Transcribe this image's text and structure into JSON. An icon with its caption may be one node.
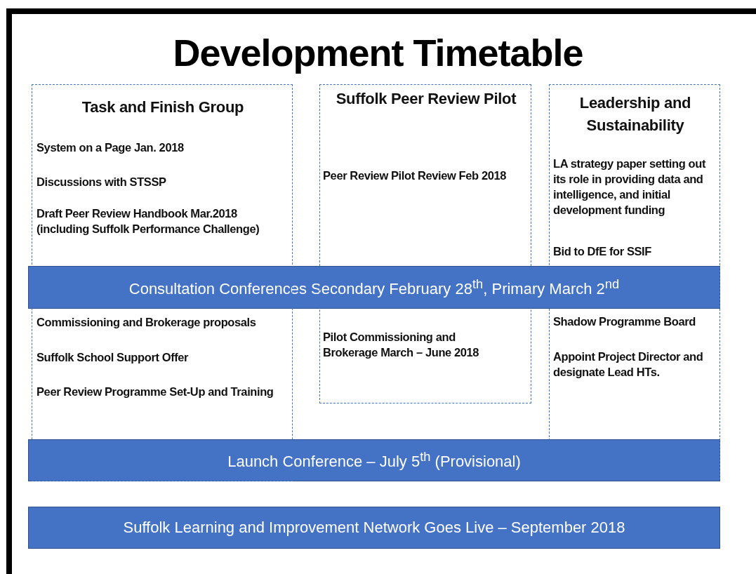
{
  "diagram": {
    "title": "Development Timetable",
    "nodes": [
      {
        "text": [
          "Task and Finish Group",
          "System on a Page Jan. 2018",
          "Discussions with STSSP",
          "Draft Peer Review Handbook Mar.2018 (including Suffolk Performance Challenge)",
          "Commissioning and Brokerage proposals",
          "Suffolk School Support Offer",
          "Peer Review Programme Set-Up and Training"
        ]
      },
      {
        "text": [
          "Suffolk Peer Review Pilot",
          "Peer Review Pilot Review Feb 2018",
          "Pilot Commissioning and Brokerage March – June 2018"
        ]
      },
      {
        "text": [
          "Leadership and Sustainability",
          "LA strategy paper setting out its role in providing data and intelligence, and initial development funding",
          "Bid to DfE for SSIF",
          "Shadow Programme Board",
          "Appoint Project Director and designate Lead HTs."
        ]
      },
      {
        "text": [
          "Consultation Conferences Secondary February 28$^{th}$, Primary March 2$^{nd}$"
        ]
      },
      {
        "text": [
          "Launch Conference – July 5$^{th}$ (Provisional)"
        ]
      },
      {
        "text": [
          "Suffolk Learning and Improvement Network Goes Live – September 2018"
        ]
      }
    ],
    "edges": []
  }
}
